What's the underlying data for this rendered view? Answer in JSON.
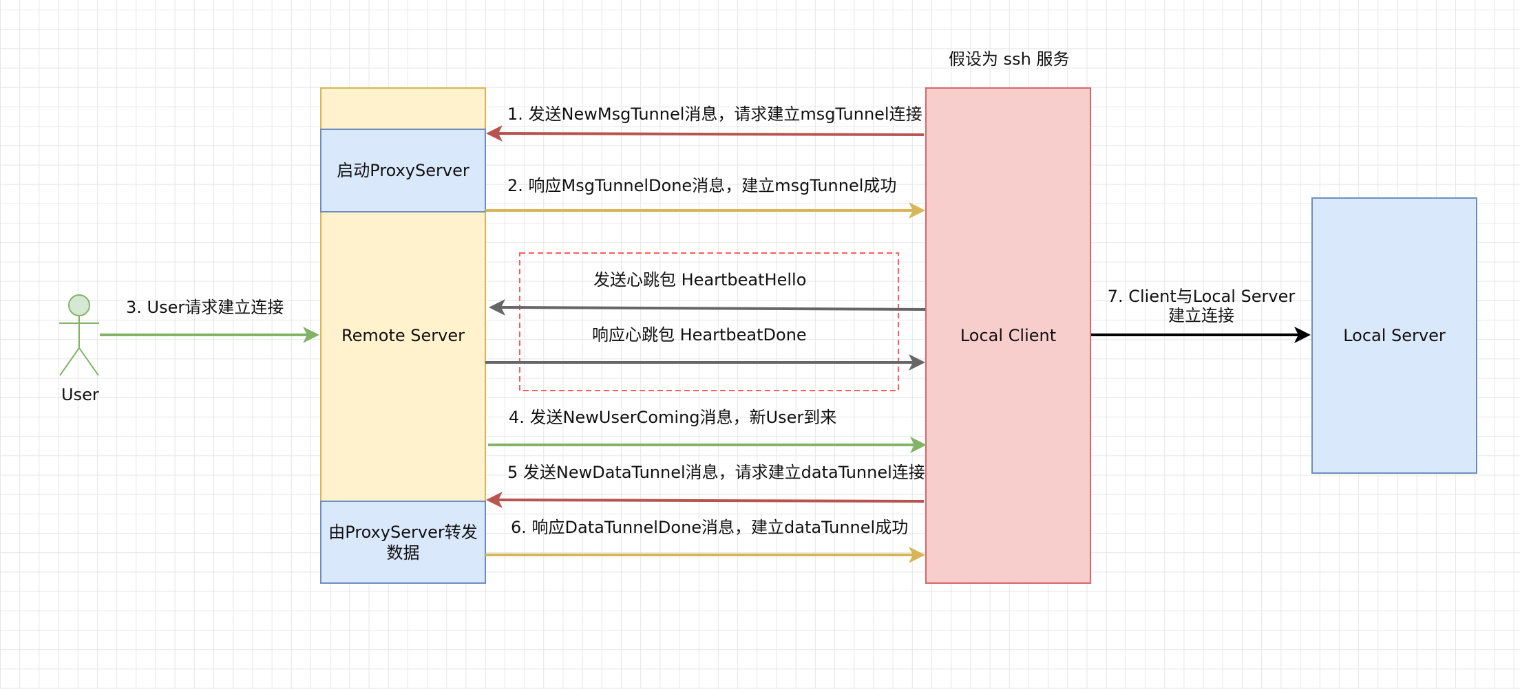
{
  "remote_server": {
    "label": "Remote Server"
  },
  "proxy_start": {
    "label": "启动ProxyServer"
  },
  "proxy_forward": {
    "label": "由ProxyServer转发数据"
  },
  "local_client": {
    "label": "Local Client",
    "note": "假设为 ssh 服务"
  },
  "local_server": {
    "label": "Local Server"
  },
  "user": {
    "label": "User"
  },
  "heartbeat_group": {
    "hello": "发送心跳包 HeartbeatHello",
    "done": "响应心跳包 HeartbeatDone"
  },
  "messages": [
    {
      "id": "m1",
      "text": "1. 发送NewMsgTunnel消息，请求建立msgTunnel连接",
      "direction": "left",
      "color": "#b85450"
    },
    {
      "id": "m2",
      "text": "2. 响应MsgTunnelDone消息，建立msgTunnel成功",
      "direction": "right",
      "color": "#d6b656"
    },
    {
      "id": "m3",
      "text": "3. User请求建立连接",
      "direction": "right",
      "color": "#82b366"
    },
    {
      "id": "m4",
      "text": "4. 发送NewUserComing消息，新User到来",
      "direction": "right",
      "color": "#82b366"
    },
    {
      "id": "m5",
      "text": "5 发送NewDataTunnel消息，请求建立dataTunnel连接",
      "direction": "left",
      "color": "#b85450"
    },
    {
      "id": "m6",
      "text": "6. 响应DataTunnelDone消息，建立dataTunnel成功",
      "direction": "right",
      "color": "#d6b656"
    },
    {
      "id": "m7",
      "text": "7. Client与Local Server\n建立连接",
      "direction": "right",
      "color": "#000000"
    }
  ],
  "colors": {
    "yellow_fill": "#fff2cc",
    "yellow_stroke": "#d6b656",
    "blue_fill": "#dae8fc",
    "blue_stroke": "#6c8ebf",
    "red_fill": "#f8cecc",
    "red_stroke": "#d96666",
    "green_fill": "#d5e8d4",
    "green_stroke": "#82b366",
    "gray": "#666666",
    "dashed": "#ff5a5a"
  }
}
